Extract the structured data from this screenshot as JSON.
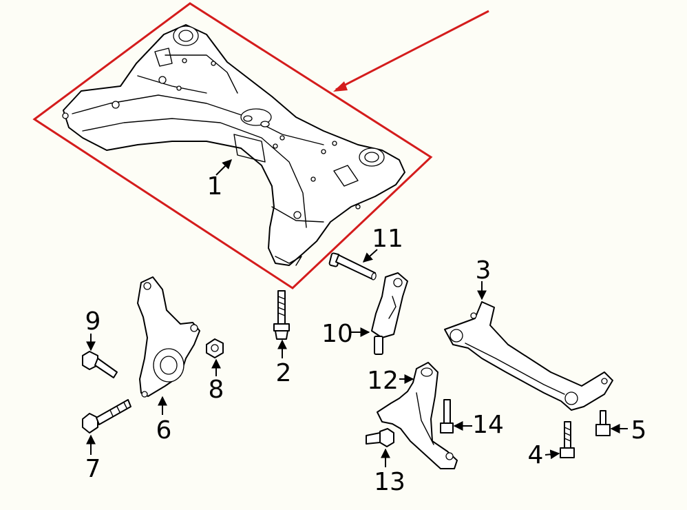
{
  "highlight": {
    "color": "#d41c1c"
  },
  "callouts": {
    "c1": "1",
    "c2": "2",
    "c3": "3",
    "c4": "4",
    "c5": "5",
    "c6": "6",
    "c7": "7",
    "c8": "8",
    "c9": "9",
    "c10": "10",
    "c11": "11",
    "c12": "12",
    "c13": "13",
    "c14": "14"
  }
}
